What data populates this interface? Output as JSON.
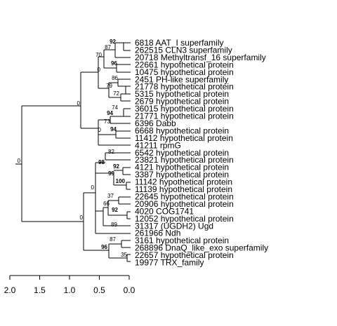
{
  "chart_data": {
    "type": "tree",
    "axis": {
      "tick_labels": [
        "2.0",
        "1.5",
        "1.0",
        "0.5",
        "0.0"
      ],
      "tick_values": [
        2.0,
        1.5,
        1.0,
        0.5,
        0.0
      ],
      "reversed": true
    },
    "tips": [
      "6818 AAT_I superfamily",
      "262515 CLN3 superfamily",
      "20718 Methyltransf_16 superfamily",
      "22661 hypothetical protein",
      "10475 hypothetical protein",
      "2451 PH-like superfamily",
      "21778 hypothetical protein",
      "5315 hypothetical protein",
      "2679 hypothetical protein",
      "36015 hypothetical protein",
      "21771 hypothetical protein",
      "6396 Dabb",
      "6668 hypothetical protein",
      "11412 hypothetical protein",
      "41211 rpmG",
      "6542 hypothetical protein",
      "23821 hypothetical protein",
      "4121 hypothetical protein",
      "3387 hypothetical protein",
      "11142 hypothetical protein",
      "11139 hypothetical protein",
      "22645 hypothetical protein",
      "20906 hypothetical protein",
      "4020 COG1741",
      "12052 hypothetical protein",
      "31317 (UGDH2) Ugd",
      "261966 Ndh",
      "3161 hypothetical protein",
      "268896 DnaQ_like_exo superfamily",
      "22657 hypothetical protein",
      "19977 TRX_family"
    ],
    "bootstrap": [
      {
        "id": "bs92a",
        "label": "92",
        "bold": true
      },
      {
        "id": "bs87a",
        "label": "87",
        "bold": false
      },
      {
        "id": "bs70",
        "label": "70",
        "bold": false
      },
      {
        "id": "bs96a",
        "label": "96",
        "bold": true
      },
      {
        "id": "bs0a",
        "label": "0",
        "bold": false
      },
      {
        "id": "bs86",
        "label": "86",
        "bold": false
      },
      {
        "id": "bs79",
        "label": "79",
        "bold": false
      },
      {
        "id": "bs72",
        "label": "72",
        "bold": false
      },
      {
        "id": "bs0b",
        "label": "0",
        "bold": false
      },
      {
        "id": "bs74",
        "label": "74",
        "bold": false
      },
      {
        "id": "bs94a",
        "label": "94",
        "bold": true
      },
      {
        "id": "bs73",
        "label": "73",
        "bold": false
      },
      {
        "id": "bs94b",
        "label": "94",
        "bold": true
      },
      {
        "id": "bs0c",
        "label": "0",
        "bold": false
      },
      {
        "id": "bs0root",
        "label": "0",
        "bold": false
      },
      {
        "id": "bs82",
        "label": "82",
        "bold": false
      },
      {
        "id": "bs98",
        "label": "98",
        "bold": true
      },
      {
        "id": "bs92b",
        "label": "92",
        "bold": true
      },
      {
        "id": "bs99",
        "label": "99",
        "bold": true
      },
      {
        "id": "bs100",
        "label": "100",
        "bold": true
      },
      {
        "id": "bs0d",
        "label": "0",
        "bold": false
      },
      {
        "id": "bs37",
        "label": "37",
        "bold": false
      },
      {
        "id": "bs66",
        "label": "66",
        "bold": false
      },
      {
        "id": "bs92c",
        "label": "92",
        "bold": true
      },
      {
        "id": "bs89",
        "label": "89",
        "bold": false
      },
      {
        "id": "bs0e",
        "label": "0",
        "bold": false
      },
      {
        "id": "bs87b",
        "label": "87",
        "bold": false
      },
      {
        "id": "bs96b",
        "label": "96",
        "bold": true
      },
      {
        "id": "bs35",
        "label": "35",
        "bold": false
      }
    ]
  }
}
